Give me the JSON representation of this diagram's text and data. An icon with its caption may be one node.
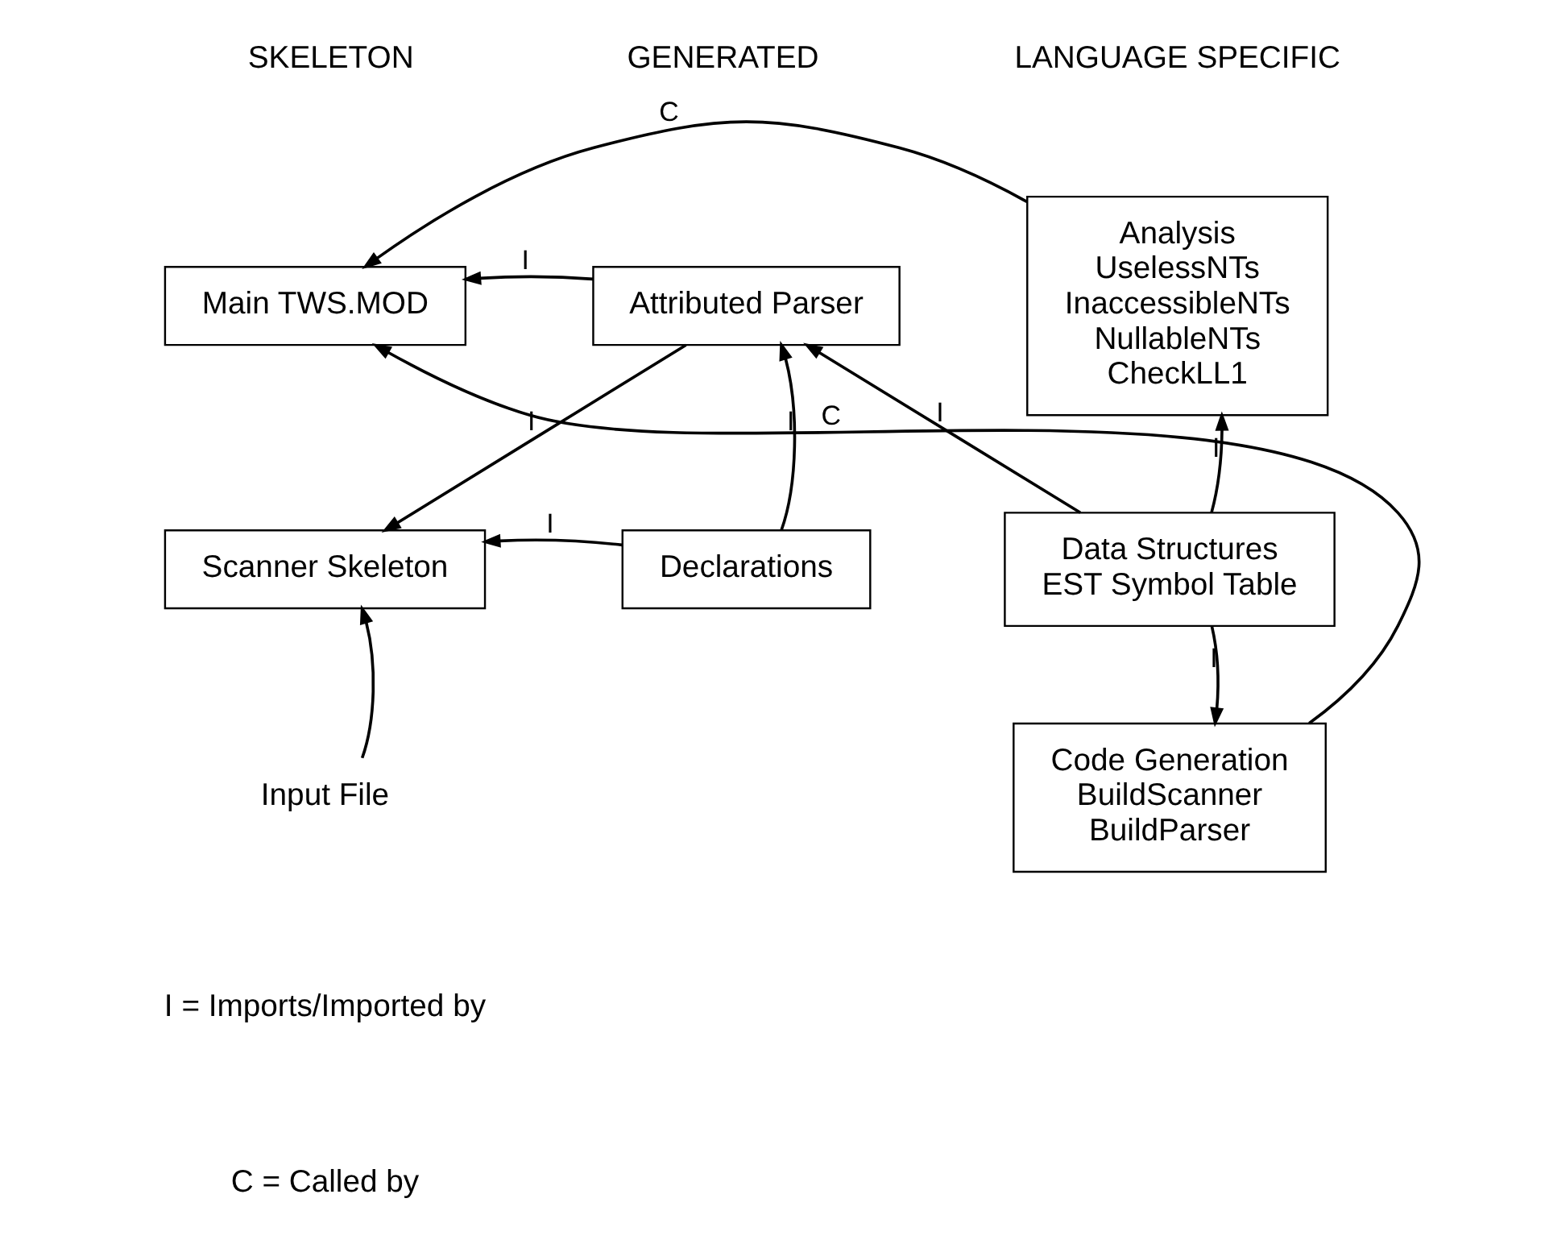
{
  "diagram": {
    "nodes": [
      {
        "text": [
          "Main TWS.MOD"
        ]
      },
      {
        "text": [
          "Attributed Parser"
        ]
      },
      {
        "text": [
          "Analysis",
          "UselessNTs InaccessibleNTs NullableNTs CheckLL1"
        ]
      },
      {
        "text": [
          "Scanner Skeleton"
        ]
      },
      {
        "text": [
          "Declarations"
        ]
      },
      {
        "text": [
          "Data Structures",
          "EST Symbol Table"
        ]
      },
      {
        "text": [
          "Input File"
        ]
      },
      {
        "text": [
          "Code Generation",
          "BuildScanner BuildParser"
        ]
      }
    ],
    "edges": [
      {
        "from": 2,
        "to": 0,
        "arrow": "to",
        "label": "C"
      },
      {
        "from": 1,
        "to": 0,
        "arrow": "to",
        "label": "I"
      },
      {
        "from": 1,
        "to": 3,
        "arrow": "to",
        "label": "I"
      },
      {
        "from": 4,
        "to": 1,
        "arrow": "to",
        "label": "I"
      },
      {
        "from": 4,
        "to": 3,
        "arrow": "to",
        "label": "I"
      },
      {
        "from": 6,
        "to": 3,
        "arrow": "to"
      },
      {
        "from": 5,
        "to": 1,
        "arrow": "to",
        "label": "I"
      },
      {
        "from": 5,
        "to": 2,
        "arrow": "to",
        "label": "I"
      },
      {
        "from": 5,
        "to": 7,
        "arrow": "to",
        "label": "I"
      },
      {
        "from": 7,
        "to": 0,
        "arrow": "to",
        "label": "C"
      }
    ],
    "labels": [
      "SKELETON",
      "GENERATED",
      "LANGUAGE SPECIFIC"
    ],
    "legend": [
      {
        "text": "I = Imports/Imported by"
      },
      {
        "text": "C = Called by"
      }
    ]
  }
}
